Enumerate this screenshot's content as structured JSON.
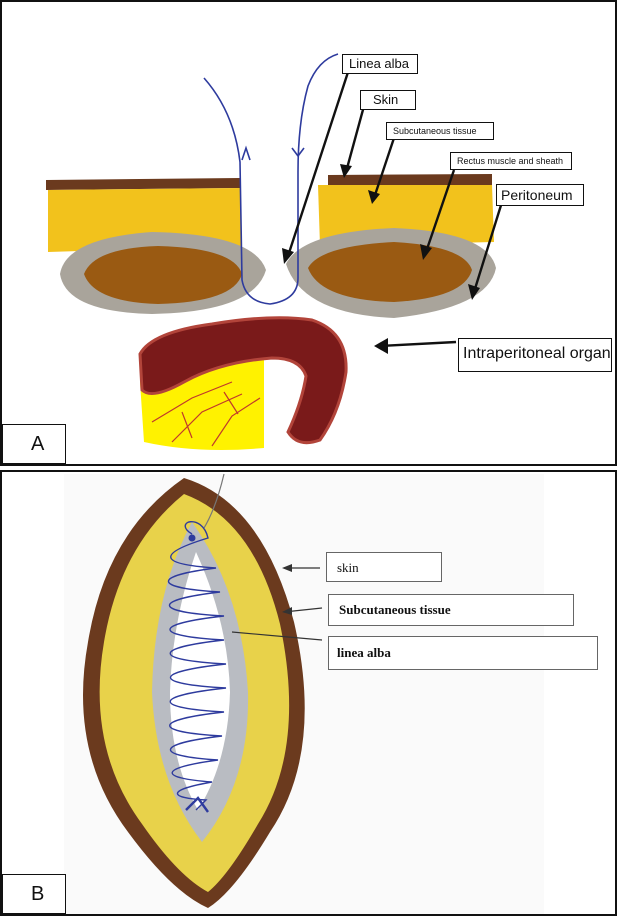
{
  "panel_a": {
    "letter": "A",
    "labels": {
      "linea_alba": "Linea alba",
      "skin": "Skin",
      "subcutaneous": "Subcutaneous tissue",
      "rectus": "Rectus muscle and sheath",
      "peritoneum": "Peritoneum",
      "organ": "Intraperitoneal organ"
    }
  },
  "panel_b": {
    "letter": "B",
    "labels": {
      "skin": "skin",
      "subcutaneous": "Subcutaneous tissue",
      "linea_alba": "linea alba"
    }
  },
  "colors": {
    "skin": "#6b3a1e",
    "fat": "#f2c21c",
    "muscle": "#9a5a12",
    "sheath": "#a9a49b",
    "organ": "#7a1a1a",
    "suture": "#2e3b9e"
  }
}
